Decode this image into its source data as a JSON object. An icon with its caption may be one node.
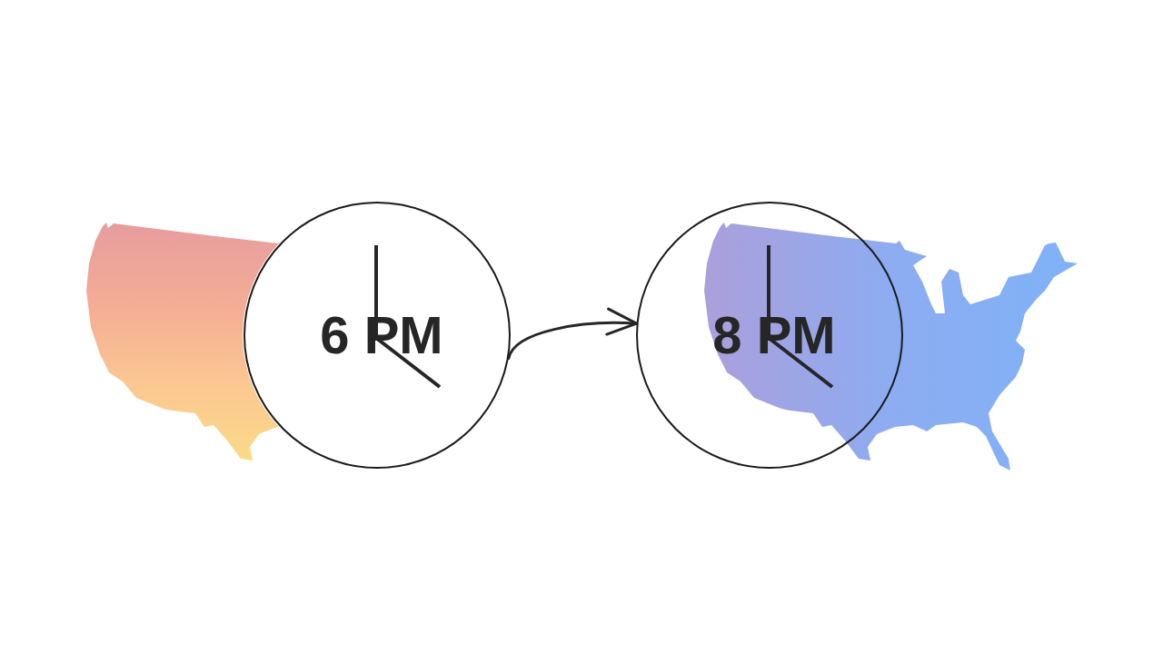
{
  "diagram": {
    "nodes": [
      {
        "text": [],
        "shape": "picture"
      },
      {
        "text": [
          "6 PM"
        ]
      },
      {
        "text": [
          "8 PM"
        ]
      },
      {
        "text": [],
        "shape": "picture"
      }
    ],
    "edges": [
      {
        "from": 1,
        "to": 2,
        "arrow": "to"
      }
    ]
  }
}
